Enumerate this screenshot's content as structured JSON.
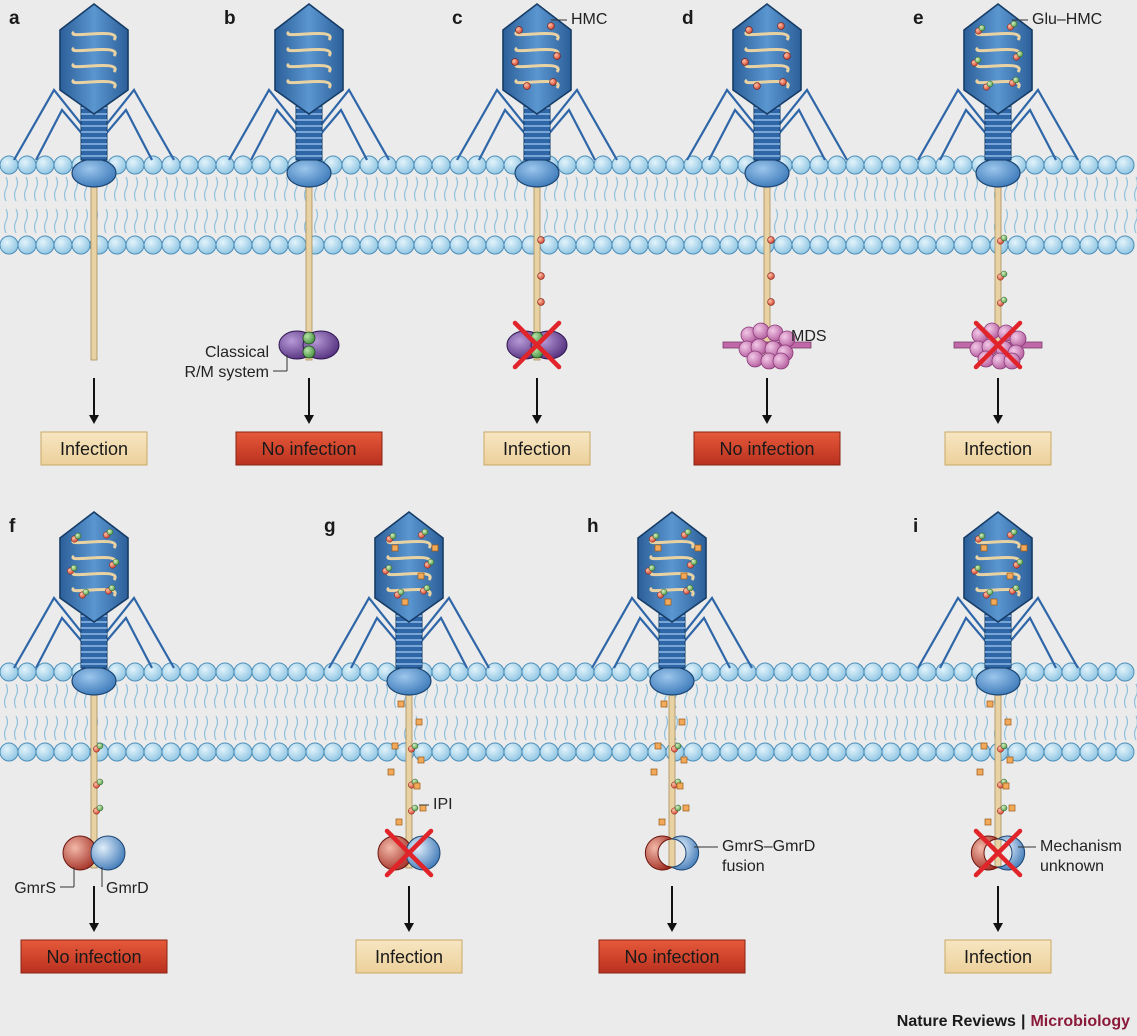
{
  "figure": {
    "panels": [
      {
        "label": "a",
        "outcome": "Infection",
        "outcome_type": "infection",
        "dots": "none",
        "enzyme": "none",
        "blocked": false,
        "annotation": []
      },
      {
        "label": "b",
        "outcome": "No infection",
        "outcome_type": "no-infection",
        "dots": "none",
        "enzyme": "rm",
        "blocked": false,
        "annotation": [
          "Classical",
          "R/M system"
        ]
      },
      {
        "label": "c",
        "outcome": "Infection",
        "outcome_type": "infection",
        "dots": "hmc",
        "enzyme": "rm",
        "blocked": true,
        "annotation": [
          "HMC"
        ]
      },
      {
        "label": "d",
        "outcome": "No infection",
        "outcome_type": "no-infection",
        "dots": "hmc",
        "enzyme": "mds",
        "blocked": false,
        "annotation": [
          "MDS"
        ]
      },
      {
        "label": "e",
        "outcome": "Infection",
        "outcome_type": "infection",
        "dots": "glu",
        "enzyme": "mds",
        "blocked": true,
        "annotation": [
          "Glu–HMC"
        ]
      },
      {
        "label": "f",
        "outcome": "No infection",
        "outcome_type": "no-infection",
        "dots": "glu",
        "enzyme": "gmr",
        "blocked": false,
        "annotation": [
          "GmrS",
          "GmrD"
        ]
      },
      {
        "label": "g",
        "outcome": "Infection",
        "outcome_type": "infection",
        "dots": "glu-ipi",
        "enzyme": "gmr",
        "blocked": true,
        "annotation": [
          "IPI"
        ]
      },
      {
        "label": "h",
        "outcome": "No infection",
        "outcome_type": "no-infection",
        "dots": "glu-ipi",
        "enzyme": "fusion",
        "blocked": false,
        "annotation": [
          "GmrS–GmrD",
          "fusion"
        ]
      },
      {
        "label": "i",
        "outcome": "Infection",
        "outcome_type": "infection",
        "dots": "glu-ipi",
        "enzyme": "fusion",
        "blocked": true,
        "annotation": [
          "Mechanism",
          "unknown"
        ]
      }
    ],
    "credit": {
      "journal": "Nature Reviews",
      "separator": "|",
      "section": "Microbiology"
    },
    "colors": {
      "background": "#ebebeb",
      "phage": "#3a78b8",
      "phage_outline": "#1c4470",
      "dna": "#e8d2a3",
      "membrane": "#a9d3ea",
      "infection_box": "#f2dcae",
      "no_infection_box": "#d2402a",
      "cross": "#e0242a",
      "rm_enzyme": "#6b3f93",
      "mds_enzyme": "#c97fb5",
      "gmrs": "#b8322a",
      "gmrd": "#4a86c8",
      "hmc": "#d9412b",
      "glu": "#58a848",
      "ipi": "#e8902e",
      "credit_journal": "#1a1a1a",
      "credit_section": "#8b1a3a"
    }
  }
}
